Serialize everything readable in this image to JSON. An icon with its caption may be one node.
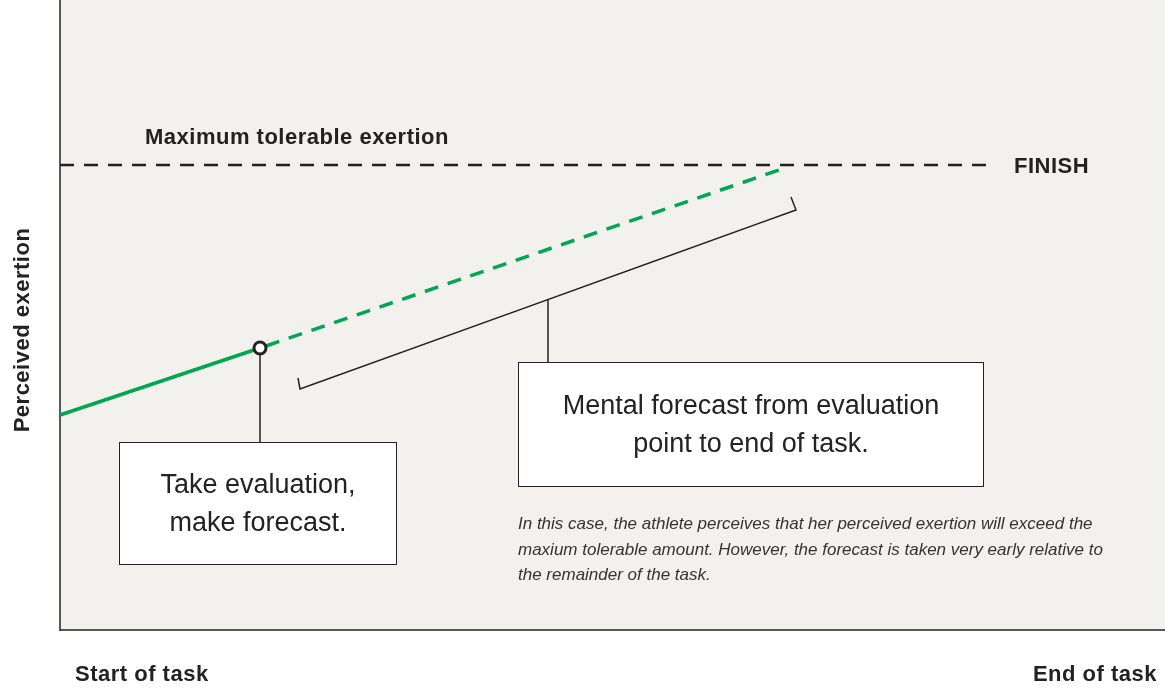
{
  "diagram": {
    "nodes": [
      {
        "text": [
          "Take evaluation, make forecast."
        ]
      },
      {
        "text": [],
        "shape": "circle"
      },
      {
        "text": [
          "Mental forecast from evaluation point to end of task."
        ]
      },
      {
        "text": [],
        "shape": "bracket"
      }
    ],
    "edges": [
      {
        "from": 0,
        "to": 1,
        "arrow": "none"
      },
      {
        "from": 2,
        "to": 3,
        "arrow": "none"
      }
    ],
    "labels": [
      "Maximum tolerable exertion",
      "FINISH",
      "Perceived exertion",
      "In this case, the athlete perceives that her perceived exertion will exceed the maxium tolerable amount. However, the forecast is taken very early relative to the remainder of the task.",
      "Start of task",
      "End of task"
    ]
  }
}
